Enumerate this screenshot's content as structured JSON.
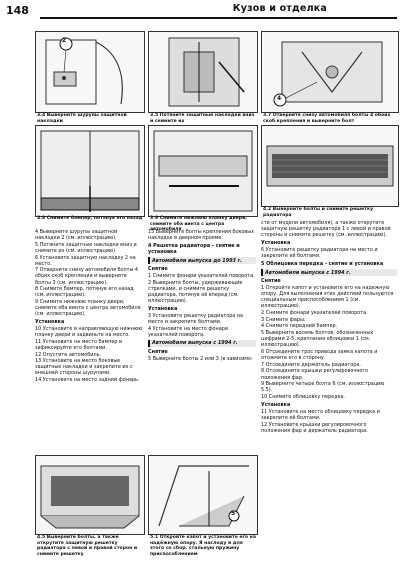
{
  "page_number": "148",
  "header_title": "Кузов и отделка",
  "figure_captions": {
    "f34": "3.4 Выверните шурупы защитной накладки",
    "f35": "3.5 Потяните защитные накладки вниз и снимите их",
    "f37": "3.7 Отвернитe снизу автомобиля болты 4 обоих скоб крепления и выверните болт",
    "f38": "3.8 Снимите бампер, потянув его назад",
    "f39": "3.9 Снимите нижнюю планку двери, снимите оба винта с центра автомобиля",
    "f42": "4.2 Выверните болты и снимите решетку радиатора",
    "f45": "4.5 Выверните болты, а также открутите защитную решетку радиатора с левой и правой сторон и снимите решетку",
    "f51": "5.1 Откройте капот и установите его на надёжную опору. Я наслоду и для этого со сбор. стальную пружину приспособлением"
  },
  "labels": {
    "l2": "2",
    "l4": "4",
    "l5": "5"
  },
  "col1": [
    "4  Выверните шурупы защитной накладки 2 (см. иллюстрацию).",
    "5  Потяните защитные накладки вниз и снимите их (см. иллюстрацию).",
    "6  Установите защитную накладку 2 на место.",
    "7  Отвернитe снизу автомобиля болты 4 обоих скоб крепления и выверните болты 3 (см. иллюстрацию).",
    "8  Снимите бампер, потянув его назад (см. иллюстрацию).",
    "9  Снимите нижнюю планку двери, снимите оба винта с центра автомобиля (см. иллюстрацию)."
  ],
  "col1_heading": "Установка",
  "col1_b": [
    "10  Установите в направляющую нижнюю планку двери и задвиньте на место.",
    "11  Установите на место бампер и зафиксируйте его болтами.",
    "12  Опустите автомобиль.",
    "13  Установите на место боковые защитные накладки и закрепите их с внешней стороны шурупами.",
    "14  Установите на место задний фонарь."
  ],
  "col2_a": "15  Выверните болты крепления боковых накладок в дверном проеме.",
  "col2_section_num": "4",
  "col2_section_title": "Решетка радиатора - снятие и установка",
  "col2_bar1": "Автомобили выпуска до 1993 г.",
  "col2_heading1": "Снятие",
  "col2_b": [
    "1  Снимите фонари указателей поворота.",
    "2  Выверните болты, удерживающие стрелками, и снимите решетку радиатора, потянув её вперед (см. иллюстрацию)."
  ],
  "col2_heading2": "Установка",
  "col2_c": [
    "3  Установите решетку радиатора на место и закрепите болтами.",
    "4  Установите на место фонари указателей поворота."
  ],
  "col2_bar2": "Автомобили выпуска с 1994 г.",
  "col2_heading3": "Снятие",
  "col2_d": "5  Выверните болты 2 или 3 (в зависимо-",
  "col3_a": "сти от модели автомобиля), а также открутите защитную решетку радиатора 1 с левой и правой стороны и снимите решетку (см. иллюстрацию).",
  "col3_heading1": "Установка",
  "col3_b": "6  Установите решетку радиатора на место и закрепите её болтами.",
  "col3_section_num": "5",
  "col3_section_title": "Облицовка передка - снятие и установка",
  "col3_bar": "Автомобили выпуска с 1994 г.",
  "col3_heading2": "Снятие",
  "col3_c": [
    "1  Откройте капот и установите его на надежную опору. Для выполнения этих действий пользуются специальным приспособлением 1 (см. иллюстрацию).",
    "2  Снимите фонари указателей поворота.",
    "3  Снимите фары.",
    "4  Снимите передний бампер.",
    "5  Выверните восемь болтов, обозначенных цифрами 2-5, крепления облицовки 1 (см. иллюстрацию).",
    "6  Отсоедините трос привода замка капота и отожмите его в сторону.",
    "7  Отсоедините держатель радиатора.",
    "8  Отсоедините крышки регулировочного положения фар.",
    "9  Выверните четыре болта 6 (см. иллюстрацию 5.5).",
    "10  Снимите облицовку передка."
  ],
  "col3_heading3": "Установка",
  "col3_d": [
    "11  Установите на место облицовку передка и закрепите её болтами.",
    "12  Установите крышки регулировочного положения фар и держатель радиатора."
  ]
}
